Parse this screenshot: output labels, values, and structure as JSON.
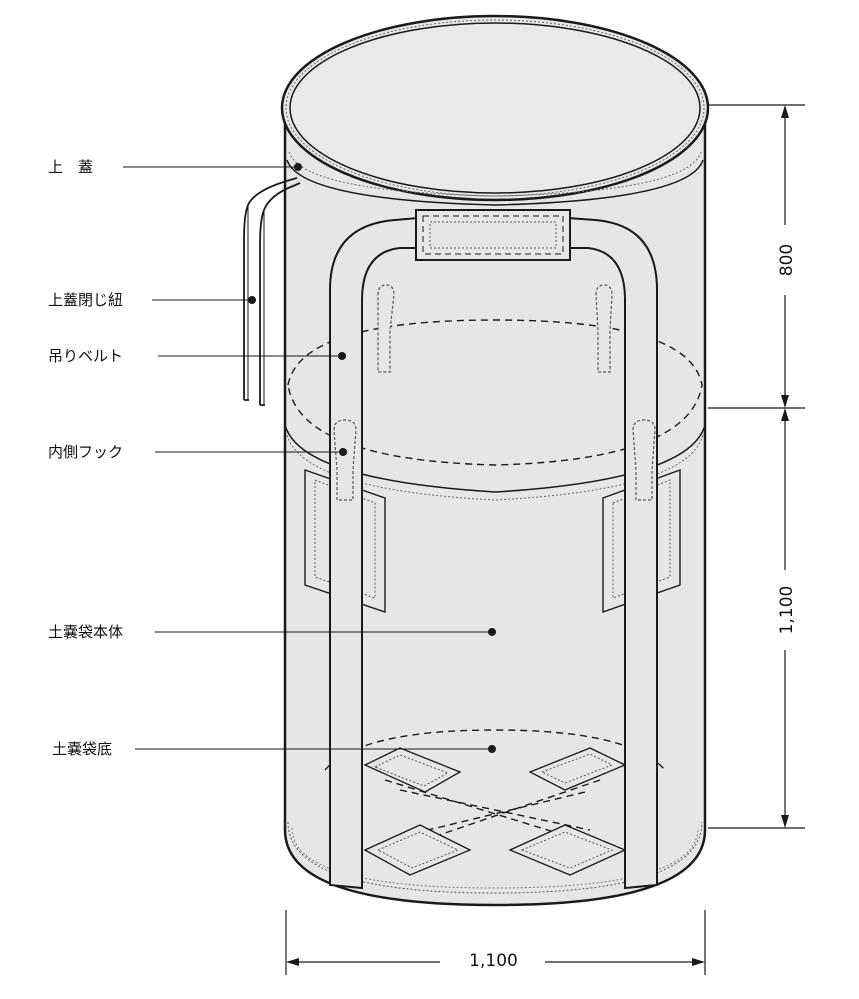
{
  "labels": {
    "lid": "上　蓋",
    "lid_tie": "上蓋閉じ紐",
    "lifting_belt": "吊りベルト",
    "inner_hook": "内側フック",
    "bag_body": "土嚢袋本体",
    "bag_bottom": "土嚢袋底"
  },
  "dimensions": {
    "lid_height": "800",
    "body_height": "1,100",
    "diameter": "1,100"
  },
  "colors": {
    "bag_fill": "#e6e6e6",
    "line": "#1a1a1a"
  }
}
